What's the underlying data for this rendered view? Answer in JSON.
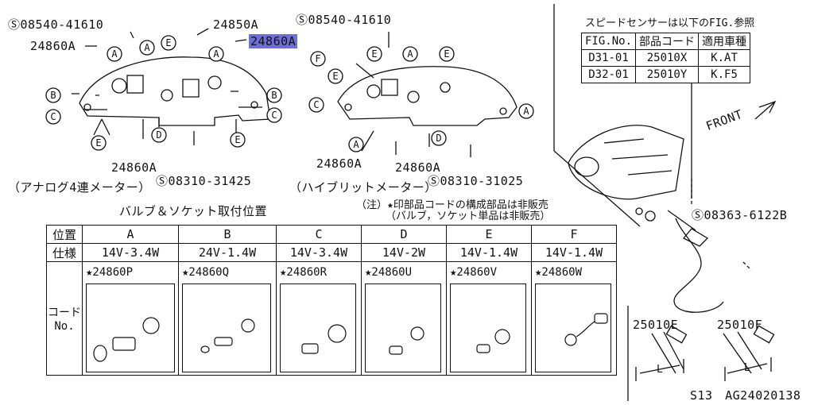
{
  "labels": {
    "s1": "Ⓢ08540-41610",
    "a1": "24860A",
    "a2": "24850A",
    "a3": "24860A",
    "s2": "Ⓢ08540-41610",
    "bottom_a": "24860A",
    "s3": "Ⓢ08310-31425",
    "caption_left": "（アナログ4連メーター）",
    "hb_a1": "24860A",
    "hb_a2": "24860A",
    "s4": "Ⓢ08310-31025",
    "caption_right": "（ハイブリットメーター）",
    "s5": "Ⓢ08363-6122B",
    "bulb_title": "バルブ＆ソケット取付位置",
    "note1": "（注）★印部品コードの構成部品は非販売",
    "note2": "（バルブ，ソケット単品は非販売）",
    "front": "FRONT",
    "speed_note": "スピードセンサーは以下のFIG.参照",
    "clip_e": "25010E",
    "clip_f": "25010F",
    "bottom_code": "S13　AG24020138",
    "len_mark": "L"
  },
  "callouts": [
    "A",
    "B",
    "C",
    "D",
    "E",
    "F"
  ],
  "fig_table": {
    "headers": [
      "FIG.No.",
      "部品コード",
      "適用車種"
    ],
    "rows": [
      [
        "D31-01",
        "25010X",
        "K.AT"
      ],
      [
        "D32-01",
        "25010Y",
        "K.F5"
      ]
    ]
  },
  "bulb_table": {
    "row_labels": {
      "position": "位置",
      "spec": "仕様",
      "code": "コード No."
    },
    "columns": [
      {
        "pos": "A",
        "spec": "14V-3.4W",
        "code": "★24860P"
      },
      {
        "pos": "B",
        "spec": "24V-1.4W",
        "code": "★24860Q"
      },
      {
        "pos": "C",
        "spec": "14V-3.4W",
        "code": "★24860R"
      },
      {
        "pos": "D",
        "spec": "14V-2W",
        "code": "★24860U"
      },
      {
        "pos": "E",
        "spec": "14V-1.4W",
        "code": "★24860V"
      },
      {
        "pos": "F",
        "spec": "14V-1.4W",
        "code": "★24860W"
      }
    ]
  }
}
